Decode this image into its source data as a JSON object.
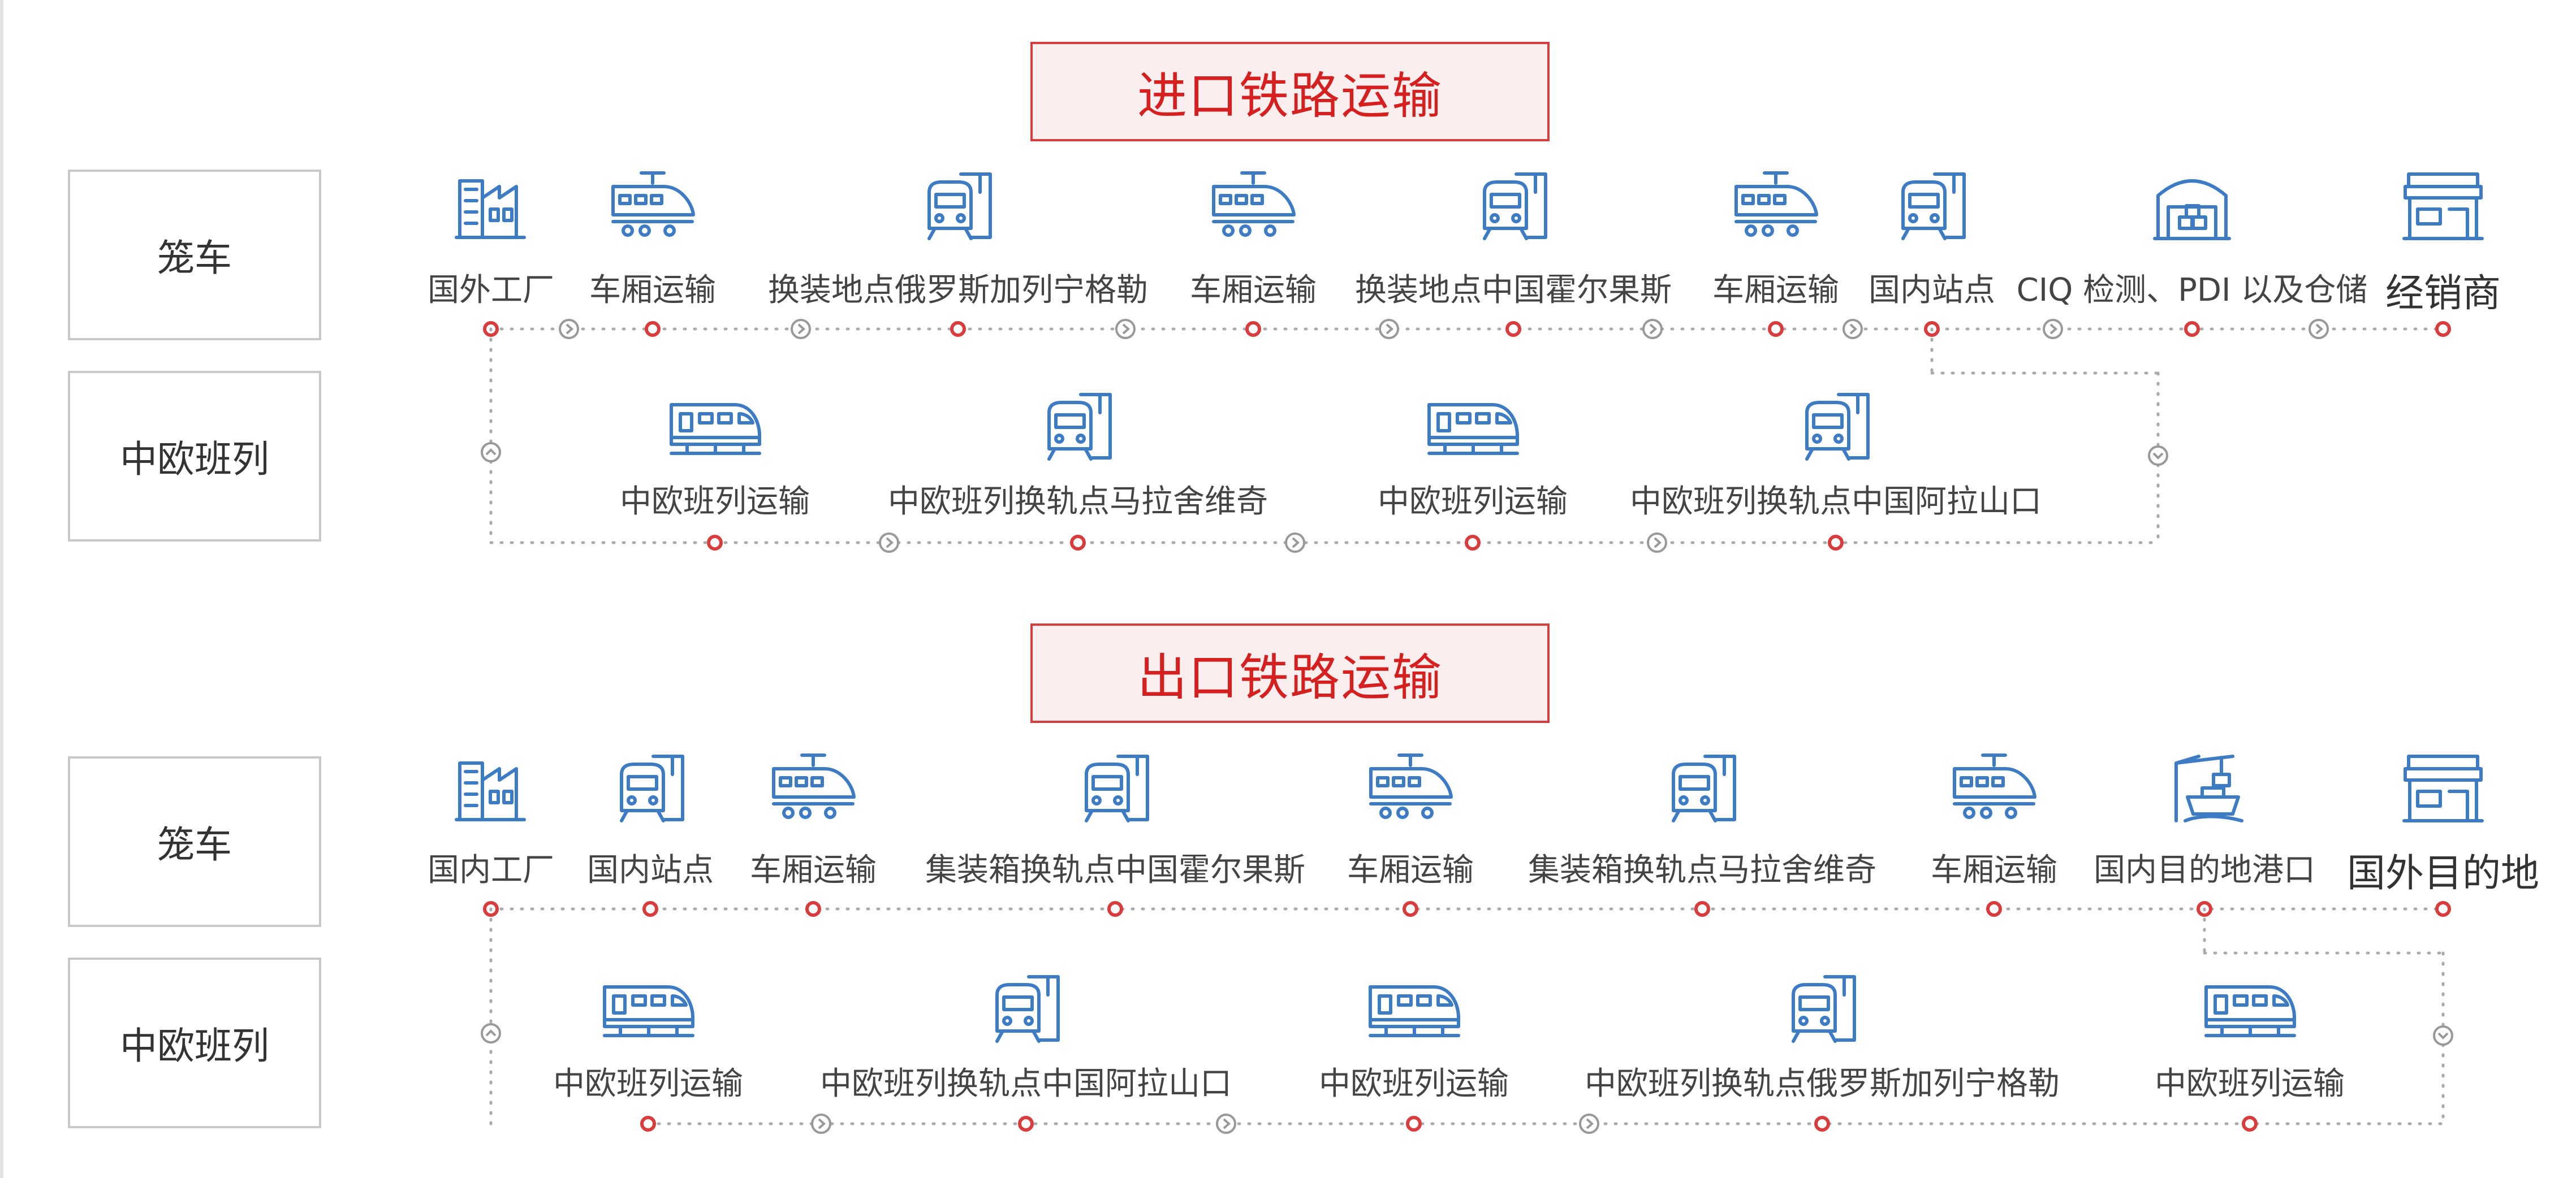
{
  "colors": {
    "accent_red": "#d93c3c",
    "title_text": "#d62020",
    "icon_blue": "#3d7cc4",
    "dots": "#aaaaaa",
    "box_border": "#c8c8c8",
    "label_text": "#444444"
  },
  "sections": [
    {
      "title": "进口铁路运输",
      "rows": [
        {
          "label": "笼车",
          "nodes": [
            {
              "label": "国外工厂",
              "icon": "factory-icon"
            },
            {
              "label": "车厢运输",
              "icon": "bullet-train-icon"
            },
            {
              "label": "换装地点俄罗斯加列宁格勒",
              "icon": "locomotive-icon"
            },
            {
              "label": "车厢运输",
              "icon": "bullet-train-icon"
            },
            {
              "label": "换装地点中国霍尔果斯",
              "icon": "locomotive-icon"
            },
            {
              "label": "车厢运输",
              "icon": "bullet-train-icon"
            },
            {
              "label": "国内站点",
              "icon": "locomotive-icon"
            },
            {
              "label": "CIQ 检测、PDI 以及仓储",
              "icon": "warehouse-icon"
            },
            {
              "label": "经销商",
              "icon": "store-icon"
            }
          ]
        },
        {
          "label": "中欧班列",
          "nodes": [
            {
              "label": "中欧班列运输",
              "icon": "train-side-icon"
            },
            {
              "label": "中欧班列换轨点马拉舍维奇",
              "icon": "locomotive-icon"
            },
            {
              "label": "中欧班列运输",
              "icon": "train-side-icon"
            },
            {
              "label": "中欧班列换轨点中国阿拉山口",
              "icon": "locomotive-icon"
            }
          ]
        }
      ]
    },
    {
      "title": "出口铁路运输",
      "rows": [
        {
          "label": "笼车",
          "nodes": [
            {
              "label": "国内工厂",
              "icon": "factory-icon"
            },
            {
              "label": "国内站点",
              "icon": "locomotive-icon"
            },
            {
              "label": "车厢运输",
              "icon": "bullet-train-icon"
            },
            {
              "label": "集装箱换轨点中国霍尔果斯",
              "icon": "locomotive-icon"
            },
            {
              "label": "车厢运输",
              "icon": "bullet-train-icon"
            },
            {
              "label": "集装箱换轨点马拉舍维奇",
              "icon": "locomotive-icon"
            },
            {
              "label": "车厢运输",
              "icon": "bullet-train-icon"
            },
            {
              "label": "国内目的地港口",
              "icon": "port-crane-icon"
            },
            {
              "label": "国外目的地",
              "icon": "store-icon"
            }
          ]
        },
        {
          "label": "中欧班列",
          "nodes": [
            {
              "label": "中欧班列运输",
              "icon": "train-side-icon"
            },
            {
              "label": "中欧班列换轨点中国阿拉山口",
              "icon": "locomotive-icon"
            },
            {
              "label": "中欧班列运输",
              "icon": "train-side-icon"
            },
            {
              "label": "中欧班列换轨点俄罗斯加列宁格勒",
              "icon": "locomotive-icon"
            },
            {
              "label": "中欧班列运输",
              "icon": "train-side-icon"
            }
          ]
        }
      ]
    }
  ]
}
